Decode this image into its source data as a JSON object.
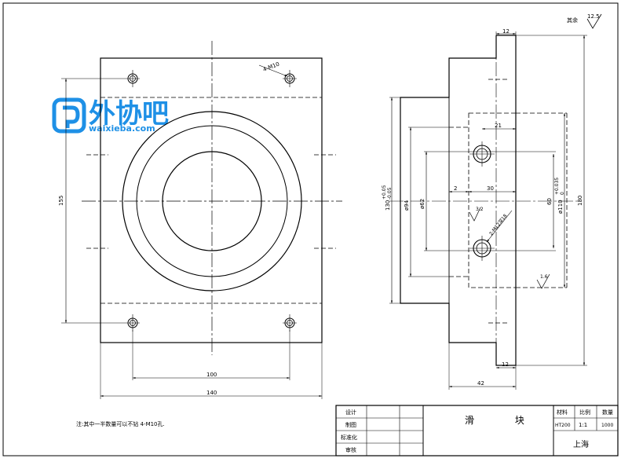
{
  "surface_finish": {
    "other_label": "其余",
    "other_value": "12.5",
    "mid_value": "1.6",
    "hole_value": "3.2"
  },
  "logo": {
    "chinese": "外协吧",
    "site": "waixieba.com"
  },
  "front_view": {
    "hole_callout": "4-M10",
    "dim_height": "155",
    "dim_hole_spacing": "100",
    "dim_width": "140"
  },
  "side_view": {
    "dim_top_width": "12",
    "dim_hole_offset": "21",
    "dim_small_step": "2",
    "dim_depth": "30",
    "dim_total_height": "180",
    "dim_130": "130",
    "dim_130_tol_upper": "+0.05",
    "dim_130_tol_lower": "-0.05",
    "dim_d94": "ø94",
    "dim_d62": "ø62",
    "dim_60": "60",
    "dim_d110": "ø110",
    "dim_d110_tol_upper": "+0.035",
    "dim_d110_tol_lower": "0",
    "dim_bottom_width": "12",
    "dim_overall_width": "42",
    "thread_callout": "2-M12深18"
  },
  "note": "注:其中一半数量可以不钻 4-M10孔.",
  "title_block": {
    "design_label": "设计",
    "drawing_label": "制图",
    "standard_label": "标准化",
    "review_label": "审核",
    "part_name": "滑  块",
    "material_header": "材料",
    "scale_header": "比例",
    "quantity_header": "数量",
    "material_value": "HT200",
    "scale_value": "1:1",
    "quantity_value": "1000",
    "company": "上海"
  }
}
